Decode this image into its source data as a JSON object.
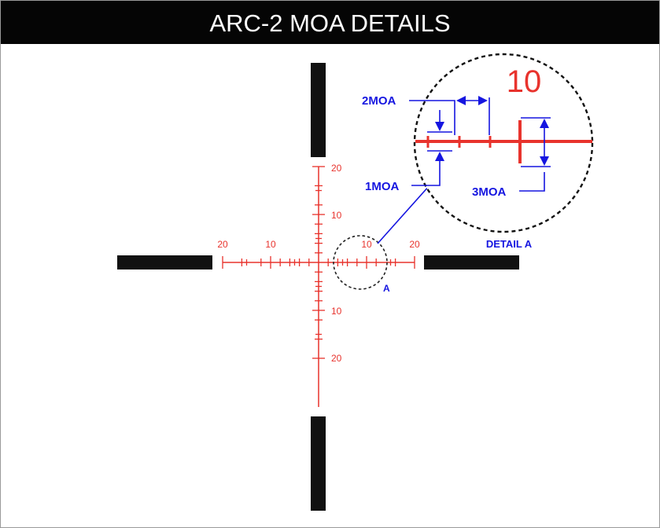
{
  "header": {
    "title": "ARC-2 MOA DETAILS"
  },
  "reticle": {
    "horizontal_scale_labels": [
      "20",
      "10",
      "10",
      "20"
    ],
    "vertical_scale_labels": [
      "20",
      "10",
      "10",
      "20"
    ],
    "circle_label": "A"
  },
  "detail": {
    "magnified_number": "10",
    "label_2moa": "2MOA",
    "label_1moa": "1MOA",
    "label_3moa": "3MOA",
    "caption": "DETAIL A"
  },
  "colors": {
    "reticle_red": "#e8332d",
    "annotation_blue": "#1515e0",
    "post_black": "#111111",
    "header_black": "#050505"
  }
}
